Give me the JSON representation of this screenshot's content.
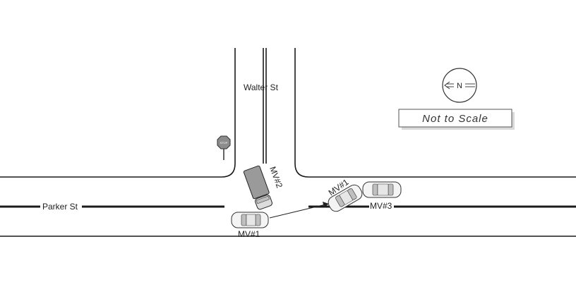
{
  "diagram": {
    "streets": {
      "vertical_name": "Walter St",
      "horizontal_name": "Parker St"
    },
    "vehicles": {
      "mv2_label": "MV#2",
      "mv1_label_top": "MV#1",
      "mv1_label_bottom": "MV#1",
      "mv3_label": "MV#3"
    },
    "stop_sign_text": "STOP",
    "compass_letter": "N",
    "scale_note": "Not to Scale"
  }
}
